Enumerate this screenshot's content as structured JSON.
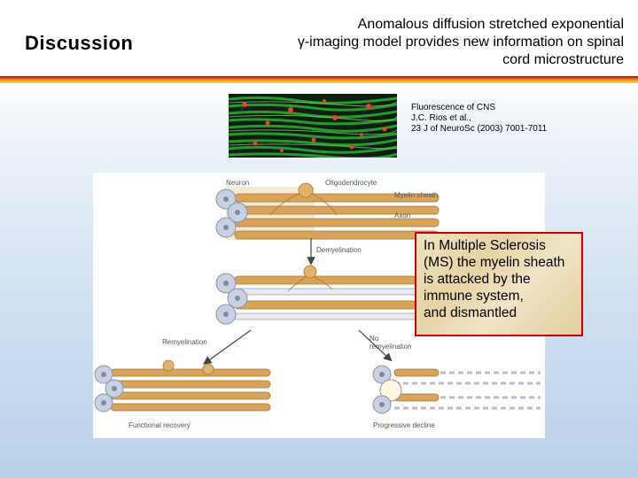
{
  "slide": {
    "title": "Discussion",
    "subtitle_lines": [
      "Anomalous diffusion stretched exponential",
      "γ-imaging model provides new information on spinal",
      "cord microstructure"
    ]
  },
  "fluorescence_caption": {
    "lines": [
      "Fluorescence of CNS",
      "J.C. Rios et al.,",
      "23 J of NeuroSc (2003) 7001-7011"
    ]
  },
  "diagram": {
    "labels": {
      "neuron": "Neuron",
      "oligodendrocyte": "Oligodendrocyte",
      "myelin_sheath": "Myelin sheath",
      "axon": "Axon",
      "demyelination": "Demyelination",
      "remyelination": "Remyelination",
      "no_remyelination_1": "No",
      "no_remyelination_2": "remyelination",
      "functional_recovery": "Functional recovery",
      "progressive_decline": "Progressive decline"
    }
  },
  "callout": {
    "lines": [
      "In Multiple Sclerosis",
      "(MS) the myelin sheath",
      "is attacked by the",
      "immune system,",
      "and dismantled"
    ]
  },
  "colors": {
    "title_rule": "#f08a1c",
    "callout_border": "#cc0000",
    "myelin": "#d9a45a",
    "neuron": "#c9d0e2"
  }
}
